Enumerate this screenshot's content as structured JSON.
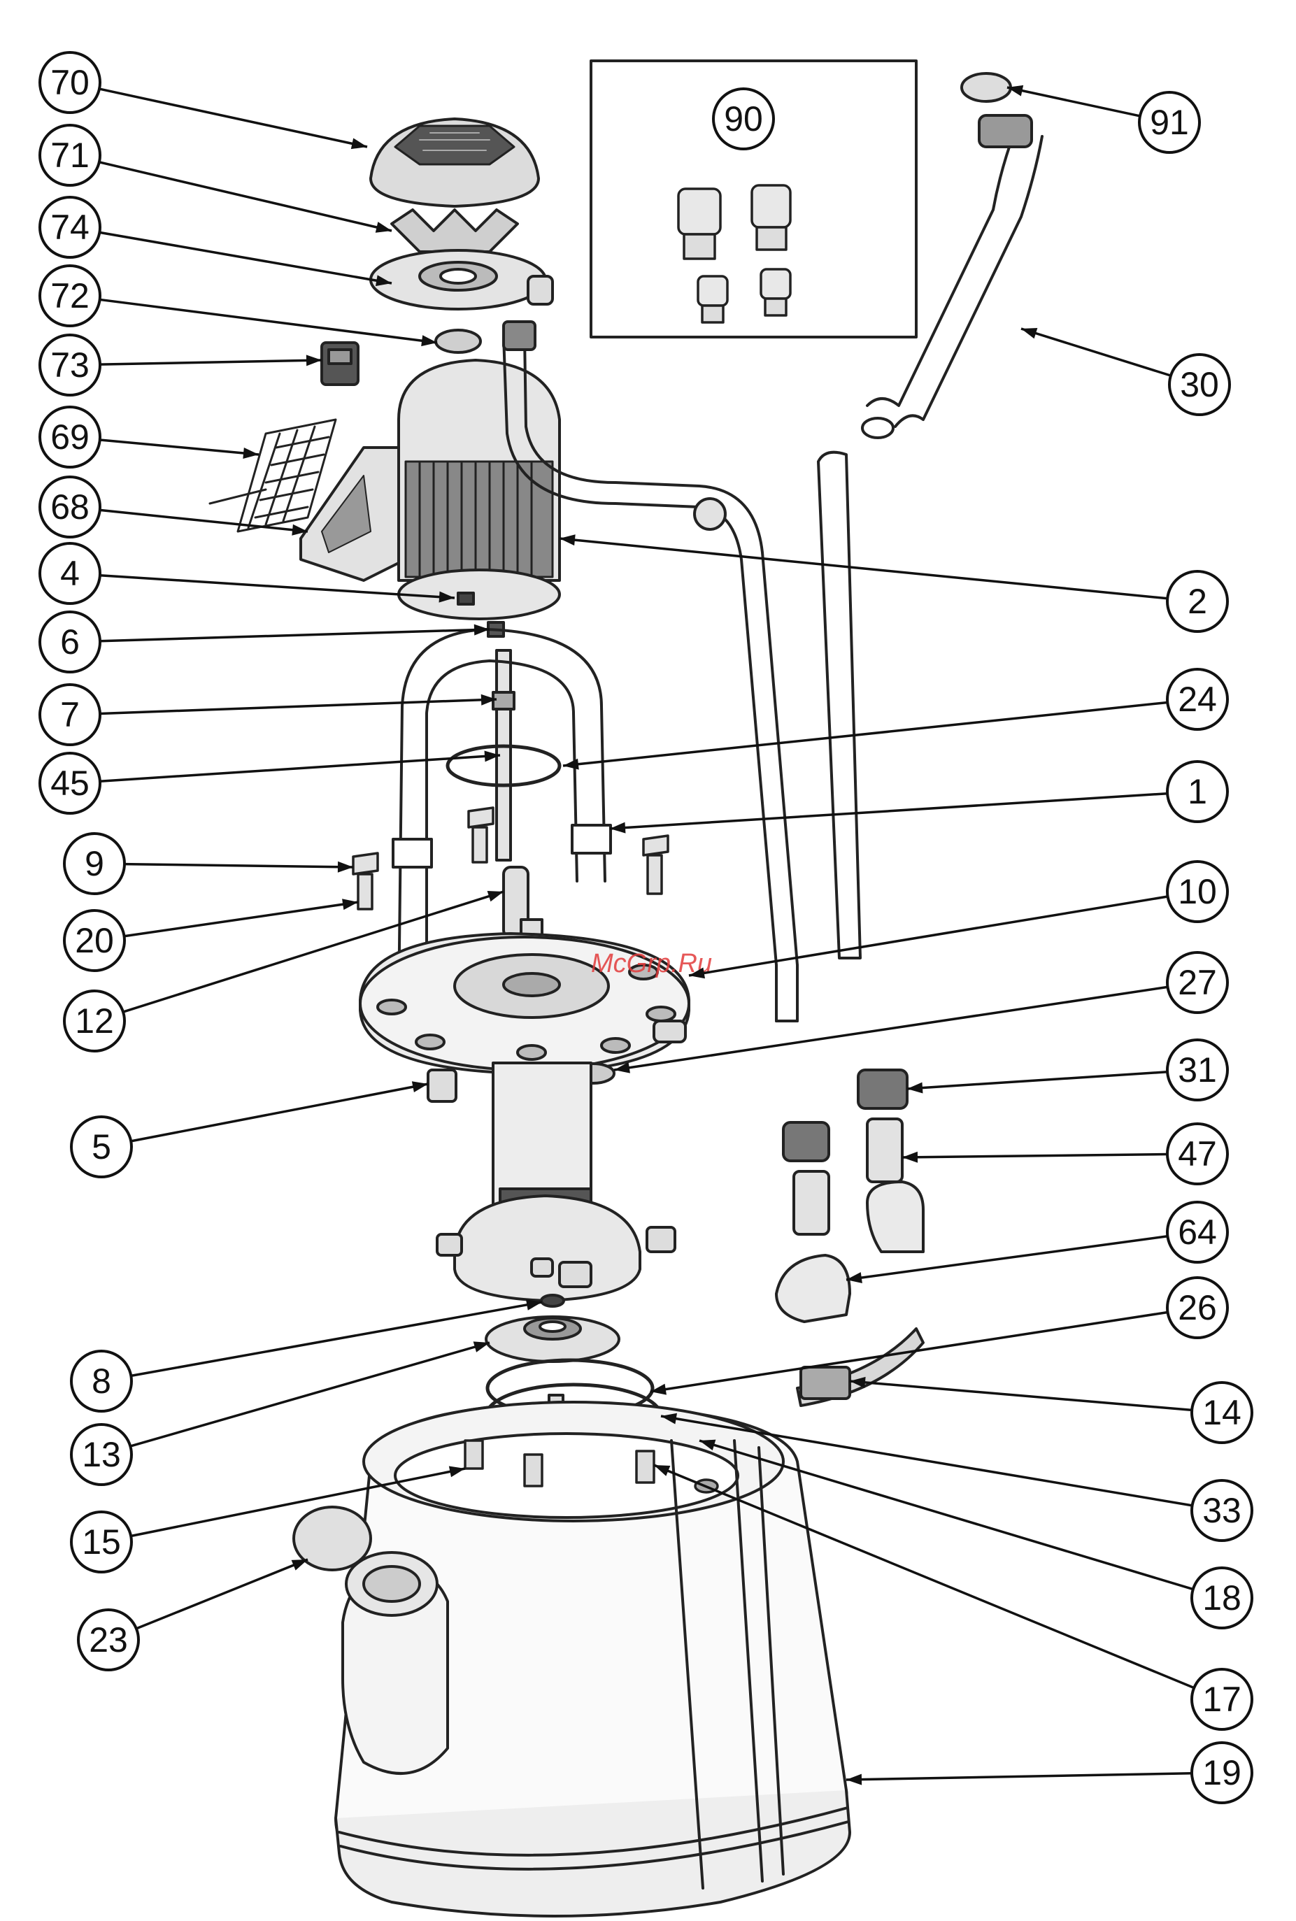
{
  "watermark": "McGrp.Ru",
  "kit_label": "90",
  "callouts": [
    {
      "label": "70"
    },
    {
      "label": "71"
    },
    {
      "label": "74"
    },
    {
      "label": "72"
    },
    {
      "label": "73"
    },
    {
      "label": "69"
    },
    {
      "label": "68"
    },
    {
      "label": "4"
    },
    {
      "label": "6"
    },
    {
      "label": "7"
    },
    {
      "label": "45"
    },
    {
      "label": "9"
    },
    {
      "label": "20"
    },
    {
      "label": "12"
    },
    {
      "label": "5"
    },
    {
      "label": "8"
    },
    {
      "label": "13"
    },
    {
      "label": "15"
    },
    {
      "label": "23"
    },
    {
      "label": "91"
    },
    {
      "label": "30"
    },
    {
      "label": "2"
    },
    {
      "label": "24"
    },
    {
      "label": "1"
    },
    {
      "label": "10"
    },
    {
      "label": "27"
    },
    {
      "label": "31"
    },
    {
      "label": "47"
    },
    {
      "label": "64"
    },
    {
      "label": "26"
    },
    {
      "label": "14"
    },
    {
      "label": "33"
    },
    {
      "label": "18"
    },
    {
      "label": "17"
    },
    {
      "label": "19"
    }
  ]
}
